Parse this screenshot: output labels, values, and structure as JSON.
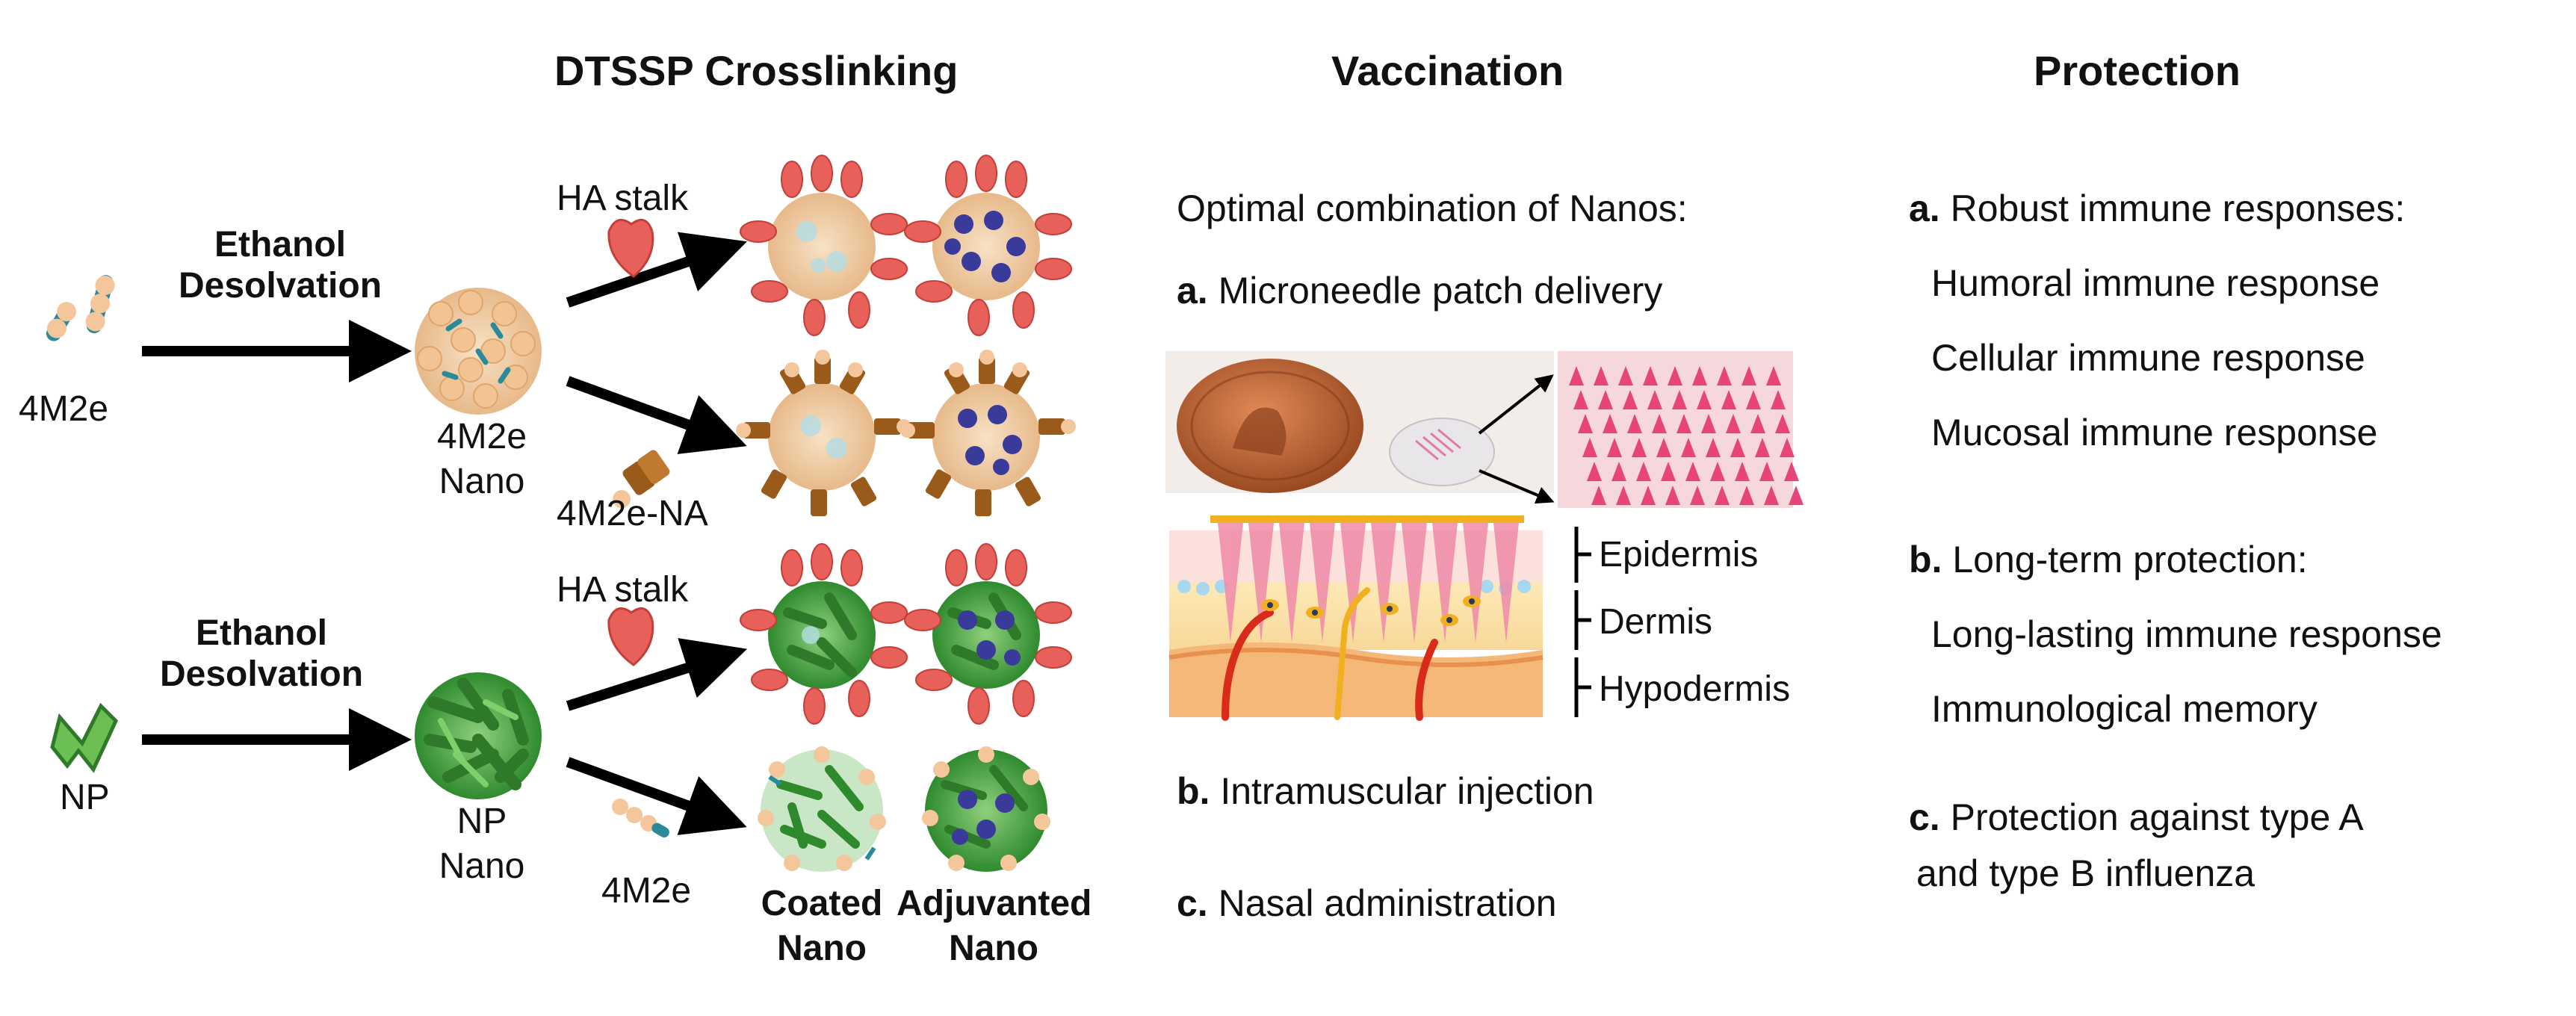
{
  "headers": {
    "crosslinking": "DTSSP Crosslinking",
    "vaccination": "Vaccination",
    "protection": "Protection"
  },
  "left": {
    "desolvation_top_line1": "Ethanol",
    "desolvation_top_line2": "Desolvation",
    "desolvation_bottom_line1": "Ethanol",
    "desolvation_bottom_line2": "Desolvation",
    "input_top": "4M2e",
    "input_bottom": "NP",
    "nano_top_line1": "4M2e",
    "nano_top_line2": "Nano",
    "nano_bottom_line1": "NP",
    "nano_bottom_line2": "Nano"
  },
  "crosslink": {
    "ha_stalk_top": "HA stalk",
    "m2e_na": "4M2e-NA",
    "ha_stalk_bottom": "HA stalk",
    "m2e_bottom": "4M2e",
    "coated_line1": "Coated",
    "coated_line2": "Nano",
    "adjuvanted_line1": "Adjuvanted",
    "adjuvanted_line2": "Nano"
  },
  "vaccination": {
    "intro": "Optimal combination of Nanos:",
    "a_letter": "a.",
    "a_text": "Microneedle patch delivery",
    "b_letter": "b.",
    "b_text": "Intramuscular injection",
    "c_letter": "c.",
    "c_text": "Nasal administration",
    "skin_layers": [
      "Epidermis",
      "Dermis",
      "Hypodermis"
    ]
  },
  "protection": {
    "a_letter": "a.",
    "a_text": "Robust immune responses:",
    "a_items": [
      "Humoral immune response",
      "Cellular immune response",
      "Mucosal immune response"
    ],
    "b_letter": "b.",
    "b_text": "Long-term protection:",
    "b_items": [
      "Long-lasting immune response",
      "Immunological memory"
    ],
    "c_letter": "c.",
    "c_text_line1": "Protection against type A",
    "c_text_line2": "and type B influenza"
  },
  "colors": {
    "arrow": "#000000",
    "ha_red": "#e8605a",
    "np_green": "#3f9a3a",
    "adjuvant_purple": "#3a3a9a",
    "m2e_tan": "#f3c79b",
    "na_brown": "#9a5a1a",
    "skin_pink": "#f8c8c0",
    "dermis_yellow": "#fbe6a8",
    "hypodermis_orange": "#f6b878"
  }
}
